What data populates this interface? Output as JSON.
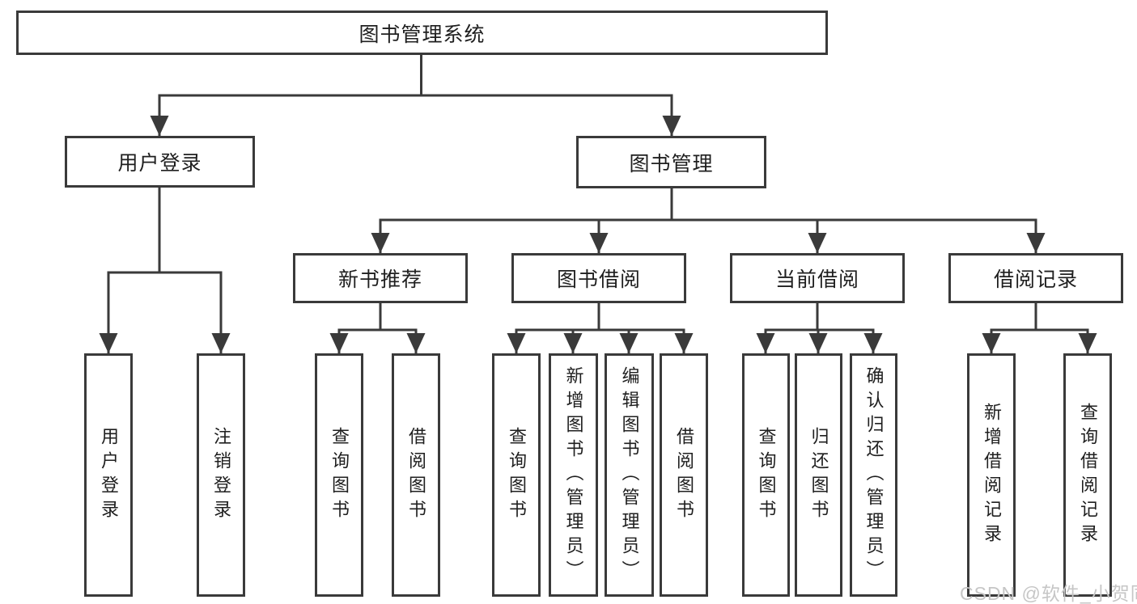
{
  "tree": {
    "root": {
      "label": "图书管理系统"
    },
    "branches": [
      {
        "label": "用户登录",
        "leaves": [
          {
            "label": "用户登录"
          },
          {
            "label": "注销登录"
          }
        ]
      },
      {
        "label": "图书管理",
        "groups": [
          {
            "label": "新书推荐",
            "leaves": [
              {
                "label": "查询图书"
              },
              {
                "label": "借阅图书"
              }
            ]
          },
          {
            "label": "图书借阅",
            "leaves": [
              {
                "label": "查询图书"
              },
              {
                "label": "新增图书（管理员）"
              },
              {
                "label": "编辑图书（管理员）"
              },
              {
                "label": "借阅图书"
              }
            ]
          },
          {
            "label": "当前借阅",
            "leaves": [
              {
                "label": "查询图书"
              },
              {
                "label": "归还图书"
              },
              {
                "label": "确认归还（管理员）"
              }
            ]
          },
          {
            "label": "借阅记录",
            "leaves": [
              {
                "label": "新增借阅记录"
              },
              {
                "label": "查询借阅记录"
              }
            ]
          }
        ]
      }
    ]
  },
  "watermark": {
    "text": "CSDN @软件_小贺同学"
  },
  "colors": {
    "line": "#3a3a3a",
    "text": "#1f1f1f",
    "watermark": "#c6c6c6",
    "background": "#ffffff"
  }
}
